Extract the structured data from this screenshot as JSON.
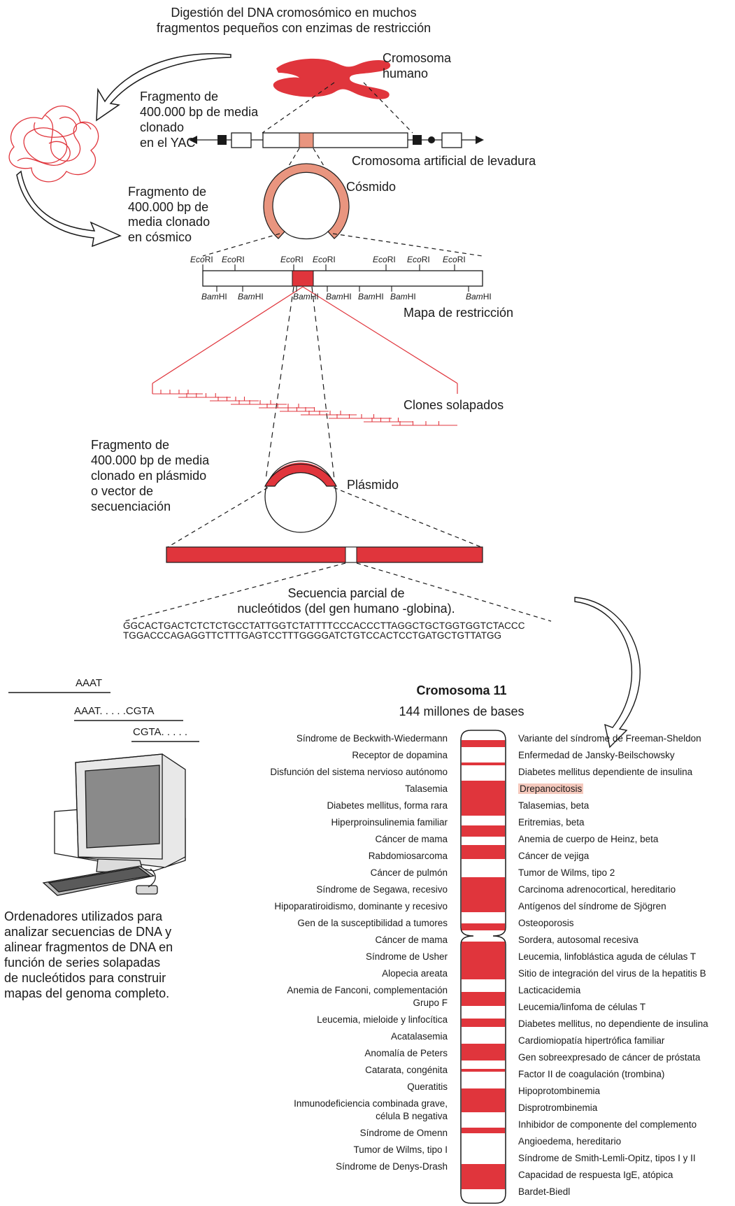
{
  "title_top": [
    "Digestión del DNA cromosómico en muchos",
    "fragmentos pequeños con enzimas de restricción"
  ],
  "chromosome_label": [
    "Cromosoma",
    "humano"
  ],
  "yac_fragment_label": [
    "Fragmento de",
    "400.000 bp de media",
    "clonado",
    "en el YAC"
  ],
  "yac_label": "Cromosoma artificial de levadura",
  "cosmid_label": "Cósmido",
  "cosmid_fragment_label": [
    "Fragmento de",
    "400.000 bp de",
    "media clonado",
    "en cósmico"
  ],
  "eco_sites": [
    {
      "ital": "Eco",
      "rest": "RI"
    },
    {
      "ital": "Eco",
      "rest": "RI"
    },
    {
      "ital": "Eco",
      "rest": "RI"
    },
    {
      "ital": "Eco",
      "rest": "RI"
    },
    {
      "ital": "Eco",
      "rest": "RI"
    },
    {
      "ital": "Eco",
      "rest": "RI"
    },
    {
      "ital": "Eco",
      "rest": "RI"
    }
  ],
  "bam_sites": [
    {
      "ital": "Bam",
      "rest": "HI"
    },
    {
      "ital": "Bam",
      "rest": "HI"
    },
    {
      "ital": "Bam",
      "rest": "HI"
    },
    {
      "ital": "Bam",
      "rest": "HI"
    },
    {
      "ital": "Bam",
      "rest": "HI"
    },
    {
      "ital": "Bam",
      "rest": "HI"
    },
    {
      "ital": "Bam",
      "rest": "HI"
    }
  ],
  "restriction_map_label": "Mapa de restricción",
  "clones_label": "Clones solapados",
  "plasmid_fragment_label": [
    "Fragmento de",
    "400.000 bp de media",
    "clonado en plásmido",
    "o vector de",
    "secuenciación"
  ],
  "plasmid_label": "Plásmido",
  "sequence_caption": [
    "Secuencia parcial de",
    "nucleótidos (del gen humano  -globina)."
  ],
  "sequence_lines": [
    "GGCACTGACTCTCTCTGCCTATTGGTCTATTTTCCCACCCTTAGGCTGCTGGTGGTCTACCC",
    "TGGACCCAGAGGTTCTTTGAGTCCTTTGGGGATCTGTCCACTCCTGATGCTGTTATGG"
  ],
  "alignment": [
    "AAAT",
    "AAAT. . . . .CGTA",
    "CGTA. . . . ."
  ],
  "computer_caption": [
    "Ordenadores utilizados para",
    "analizar secuencias de DNA y",
    "alinear fragmentos de DNA en",
    "función de series solapadas",
    "de nucleótidos para construir",
    "mapas del genoma completo."
  ],
  "chr11_title": "Cromosoma 11",
  "chr11_subtitle": "144 millones de bases",
  "left_diseases": [
    "Síndrome de Beckwith-Wiedermann",
    "Receptor de dopamina",
    "Disfunción del sistema nervioso autónomo",
    "Talasemia",
    "Diabetes mellitus, forma rara",
    "Hiperproinsulinemia familiar",
    "Cáncer de mama",
    "Rabdomiosarcoma",
    "Cáncer de pulmón",
    "Síndrome de Segawa, recesivo",
    "Hipoparatiroidismo, dominante y recesivo",
    "Gen de la susceptibilidad a tumores",
    "Cáncer de mama",
    "Síndrome de Usher",
    "Alopecia areata",
    "Anemia de Fanconi, complementación",
    "Grupo F",
    "Leucemia, mieloide y linfocítica",
    "Acatalasemia",
    "Anomalía de Peters",
    "Catarata, congénita",
    "Queratitis",
    "Inmunodeficiencia combinada grave,",
    "célula B negativa",
    "Síndrome de Omenn",
    "Tumor de Wilms, tipo I",
    "Síndrome de Denys-Drash"
  ],
  "right_diseases": [
    "Variante del síndrome de Freeman-Sheldon",
    "Enfermedad de Jansky-Beilschowsky",
    "Diabetes mellitus dependiente de insulina",
    "Drepanocitosis",
    "Talasemias, beta",
    "Eritremias, beta",
    "Anemia de cuerpo de Heinz, beta",
    "Cáncer de vejiga",
    "Tumor de Wilms, tipo 2",
    "Carcinoma adrenocortical, hereditario",
    "Antígenos del síndrome de Sjögren",
    "Osteoporosis",
    "Sordera, autosomal recesiva",
    "Leucemia, linfoblástica aguda de células T",
    "Sitio de integración del virus de la hepatitis B",
    "Lacticacidemia",
    "Leucemia/linfoma de células T",
    "Diabetes mellitus, no dependiente de insulina",
    "Cardiomiopatía hipertrófica familiar",
    "Gen sobreexpresado de cáncer de próstata",
    "Factor II de coagulación (trombina)",
    "Hipoprotombinemia",
    "Disprotrombinemia",
    "Inhibidor de componente del complemento",
    "Angioedema, hereditario",
    "Síndrome de Smith-Lemli-Opitz, tipos I y II",
    "Capacidad de respuesta IgE, atópica",
    "Bardet-Biedl"
  ],
  "highlighted_disease": "Drepanocitosis",
  "colors": {
    "red": "#e0353c",
    "salmon": "#e9957f",
    "highlight": "#f5c9bd",
    "line": "#1a1a1a"
  }
}
